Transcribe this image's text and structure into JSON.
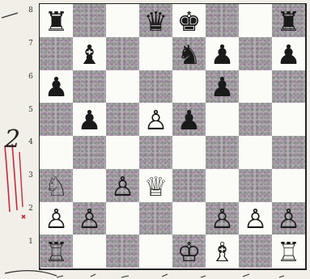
{
  "board": {
    "ranks": [
      "8",
      "7",
      "6",
      "5",
      "4",
      "3",
      "2",
      "1"
    ],
    "rows": [
      [
        "black-rook",
        "",
        "",
        "black-queen",
        "black-king",
        "",
        "",
        "black-rook"
      ],
      [
        "",
        "black-bishop",
        "",
        "",
        "black-knight",
        "black-pawn",
        "",
        "black-pawn"
      ],
      [
        "black-pawn",
        "",
        "",
        "",
        "",
        "black-pawn",
        "",
        ""
      ],
      [
        "",
        "black-pawn",
        "",
        "white-pawn",
        "black-pawn",
        "",
        "",
        ""
      ],
      [
        "",
        "",
        "",
        "",
        "",
        "",
        "",
        ""
      ],
      [
        "white-knight",
        "",
        "white-pawn",
        "white-queen",
        "",
        "",
        "",
        ""
      ],
      [
        "white-pawn",
        "white-pawn",
        "",
        "",
        "",
        "white-pawn",
        "white-pawn",
        "white-pawn"
      ],
      [
        "white-rook",
        "",
        "",
        "",
        "white-king",
        "white-bishop",
        "",
        "white-rook"
      ]
    ]
  },
  "glyphs": {
    "white-king": "♔",
    "white-queen": "♕",
    "white-rook": "♖",
    "white-bishop": "♗",
    "white-knight": "♘",
    "white-pawn": "♙",
    "black-king": "♚",
    "black-queen": "♛",
    "black-rook": "♜",
    "black-bishop": "♝",
    "black-knight": "♞",
    "black-pawn": "♟"
  },
  "colors": {
    "dark_square": "#b3abb3",
    "light_square": "#fbfbf8",
    "pen_ink": "#c8283c"
  },
  "annotations": {
    "handwritten_digit": "2"
  }
}
